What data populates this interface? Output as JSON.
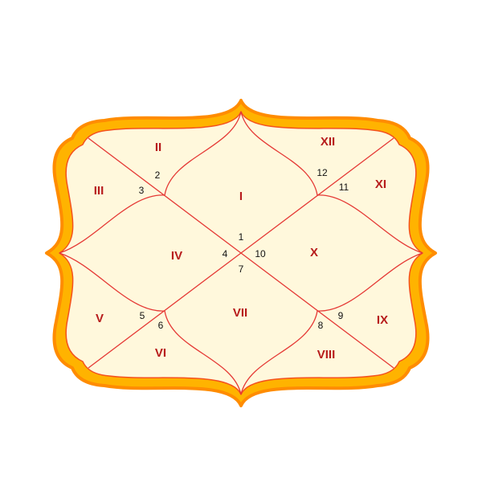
{
  "colors": {
    "frame_outer": "#FF8C00",
    "frame_mid": "#FFB300",
    "frame_inner_stroke": "#F4511E",
    "fill": "#FFF8DC",
    "lines": "#E53935",
    "house_label": "#B71C1C",
    "sign_number": "#111111",
    "background": "#FFFFFF"
  },
  "houses": [
    {
      "id": "1",
      "label": "I",
      "sign": "1"
    },
    {
      "id": "2",
      "label": "II",
      "sign": "2"
    },
    {
      "id": "3",
      "label": "III",
      "sign": "3"
    },
    {
      "id": "4",
      "label": "IV",
      "sign": "4"
    },
    {
      "id": "5",
      "label": "V",
      "sign": "5"
    },
    {
      "id": "6",
      "label": "VI",
      "sign": "6"
    },
    {
      "id": "7",
      "label": "VII",
      "sign": "7"
    },
    {
      "id": "8",
      "label": "VIII",
      "sign": "8"
    },
    {
      "id": "9",
      "label": "IX",
      "sign": "9"
    },
    {
      "id": "10",
      "label": "X",
      "sign": "10"
    },
    {
      "id": "11",
      "label": "XI",
      "sign": "11"
    },
    {
      "id": "12",
      "label": "XII",
      "sign": "12"
    }
  ]
}
